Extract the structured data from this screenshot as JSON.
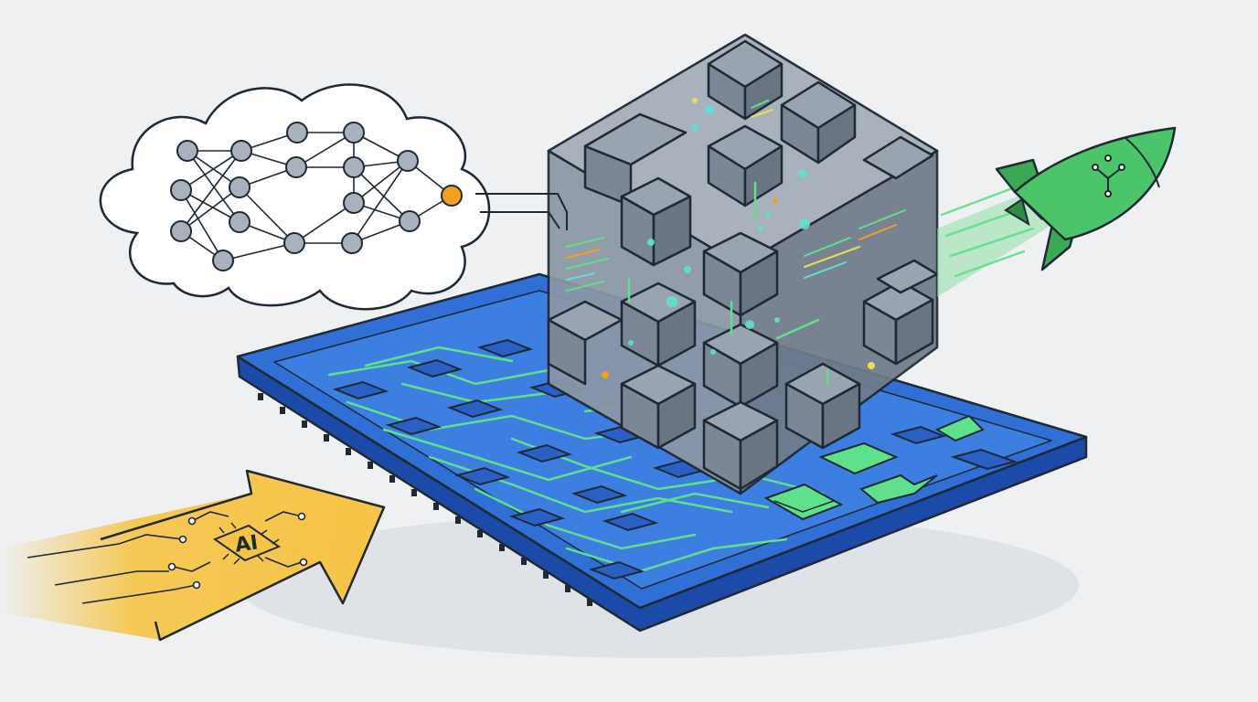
{
  "illustration": {
    "arrow_chip_label": "AI"
  },
  "colors": {
    "background": "#eef0f2",
    "board_blue": "#2f6fd6",
    "board_dark": "#1b4aa8",
    "circuit_green": "#5fe08a",
    "cube_gray": "#8e99a8",
    "cube_dark": "#5c6675",
    "rocket_green": "#4cc46a",
    "arrow_yellow": "#f6c445",
    "node_gray": "#a8b1bc",
    "node_orange": "#f2a020",
    "outline": "#1f2933"
  },
  "icons": [
    "neural-network-cloud",
    "data-cube",
    "circuit-board",
    "rocket",
    "ai-chip-arrow"
  ]
}
